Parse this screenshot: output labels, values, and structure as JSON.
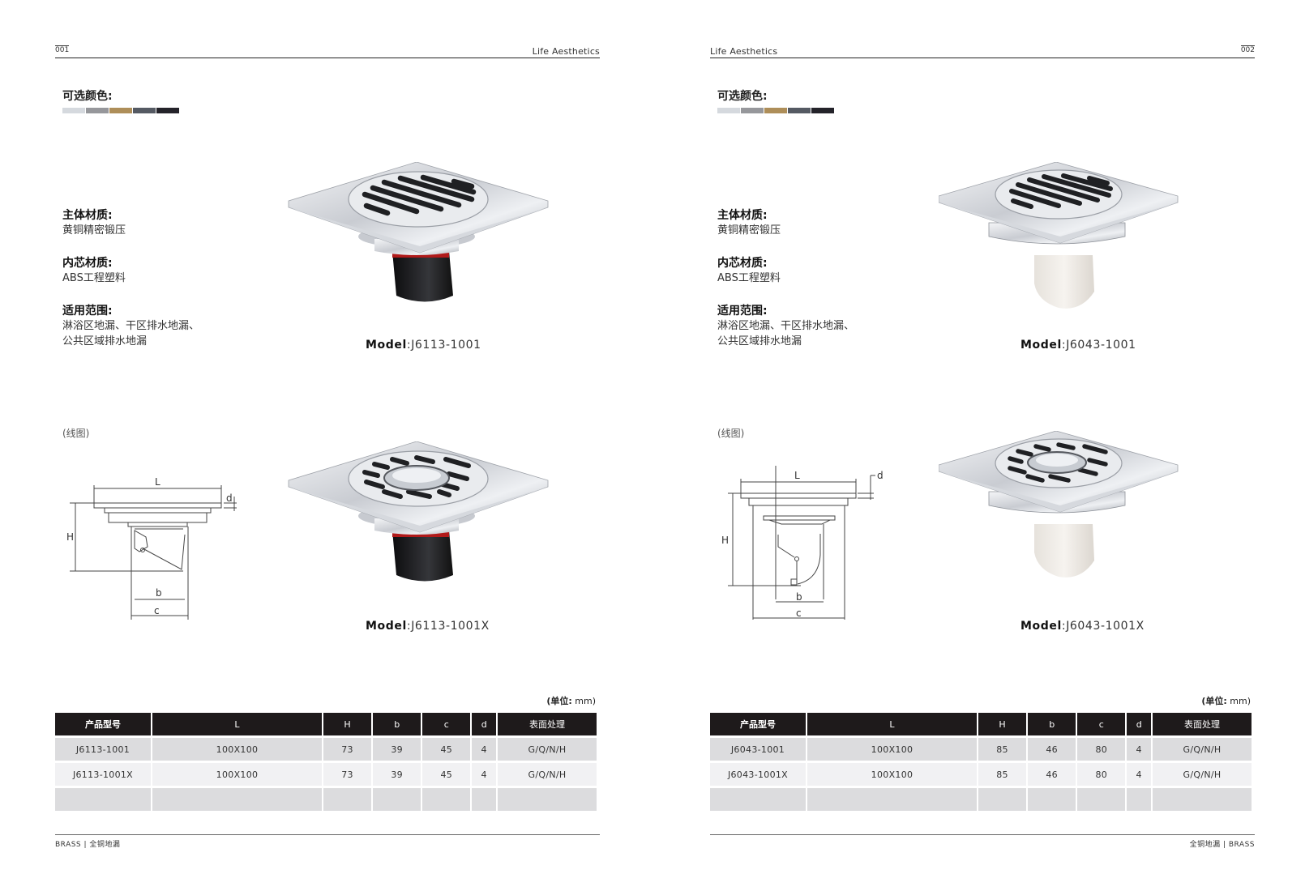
{
  "header": {
    "title": "Life Aesthetics"
  },
  "footer": {
    "left_page": "BRASS | 全铜地漏",
    "right_page": "全铜地漏 | BRASS"
  },
  "colors": {
    "label": "可选颜色:",
    "swatches": [
      "#d5d9de",
      "#96979b",
      "#ae8e59",
      "#555a63",
      "#24232a"
    ]
  },
  "specs_labels": {
    "body_material": "主体材质:",
    "core_material": "内芯材质:",
    "scope": "适用范围:"
  },
  "drawing_label": "(线图)",
  "table": {
    "unit_prefix": "(单位:",
    "unit_suffix": " mm)",
    "columns": [
      "产品型号",
      "L",
      "H",
      "b",
      "c",
      "d",
      "表面处理"
    ]
  },
  "pages": [
    {
      "page_number": "001",
      "body_material": "黄铜精密锻压",
      "core_material": "ABS工程塑料",
      "scope_line1": "淋浴区地漏、干区排水地漏、",
      "scope_line2": "公共区域排水地漏",
      "model_prefix": "Model",
      "model_1": ":J6113-1001",
      "model_2": ":J6113-1001X",
      "rows": [
        [
          "J6113-1001",
          "100X100",
          "73",
          "39",
          "45",
          "4",
          "G/Q/N/H"
        ],
        [
          "J6113-1001X",
          "100X100",
          "73",
          "39",
          "45",
          "4",
          "G/Q/N/H"
        ],
        [
          "",
          "",
          "",
          "",
          "",
          "",
          ""
        ]
      ]
    },
    {
      "page_number": "002",
      "body_material": "黄铜精密锻压",
      "core_material": "ABS工程塑料",
      "scope_line1": "淋浴区地漏、干区排水地漏、",
      "scope_line2": "公共区域排水地漏",
      "model_prefix": "Model",
      "model_1": ":J6043-1001",
      "model_2": ":J6043-1001X",
      "rows": [
        [
          "J6043-1001",
          "100X100",
          "85",
          "46",
          "80",
          "4",
          "G/Q/N/H"
        ],
        [
          "J6043-1001X",
          "100X100",
          "85",
          "46",
          "80",
          "4",
          "G/Q/N/H"
        ],
        [
          "",
          "",
          "",
          "",
          "",
          "",
          ""
        ]
      ]
    }
  ],
  "drawing_dims": {
    "L": "L",
    "H": "H",
    "b": "b",
    "c": "c",
    "d": "d"
  }
}
